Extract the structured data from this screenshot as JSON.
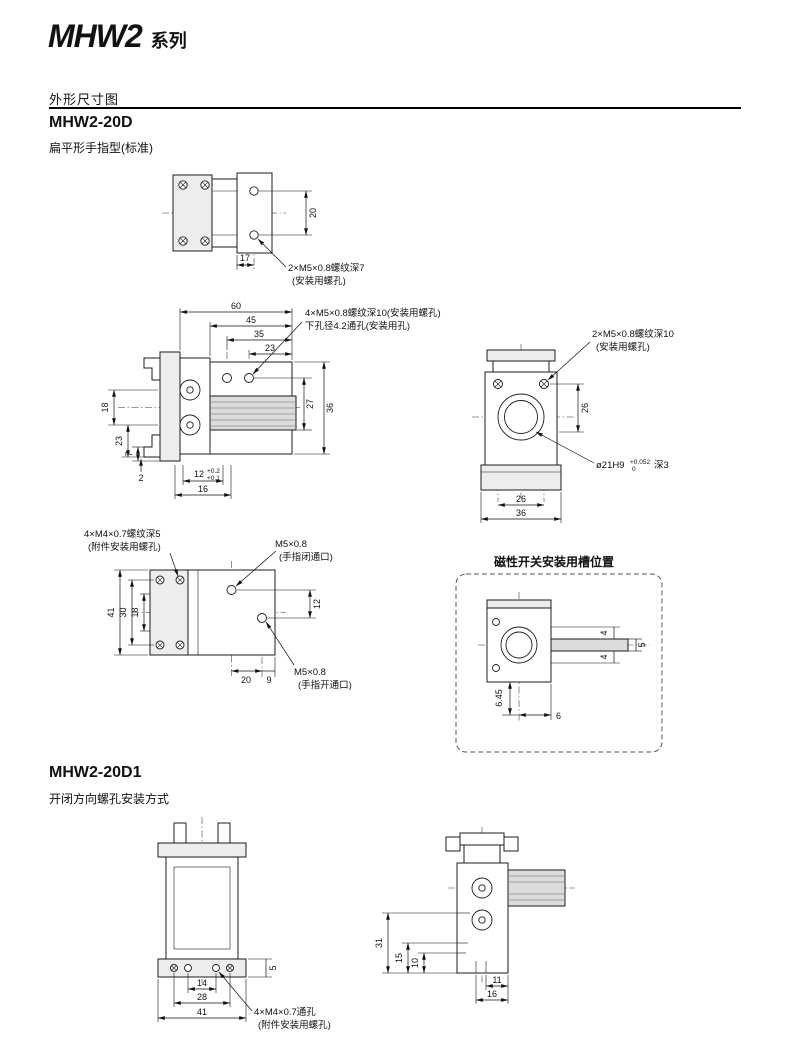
{
  "header": {
    "series": "MHW2",
    "series_suffix": "系列",
    "section": "外形尺寸图"
  },
  "model1": {
    "name": "MHW2-20D",
    "subtitle": "扁平形手指型(标准)"
  },
  "model2": {
    "name": "MHW2-20D1",
    "subtitle": "开闭方向螺孔安装方式"
  },
  "top_view": {
    "dim_20": "20",
    "dim_17": "17",
    "note_thread": "2×M5×0.8螺纹深7",
    "note_thread2": "(安装用螺孔)"
  },
  "front_view": {
    "dim_60": "60",
    "dim_45": "45",
    "dim_35": "35",
    "dim_23_top": "23",
    "dim_18": "18",
    "dim_23_left": "23",
    "dim_7": "7",
    "dim_2": "2",
    "dim_12": "12",
    "dim_12_tol_up": "+0.2",
    "dim_12_tol_low": "+0.1",
    "dim_16": "16",
    "dim_27": "27",
    "dim_36": "36",
    "note1": "4×M5×0.8螺纹深10(安装用螺孔)",
    "note2": "下孔径4.2通孔(安装用孔)"
  },
  "side_view": {
    "note1": "2×M5×0.8螺纹深10",
    "note2": "(安装用螺孔)",
    "dim_26_right": "26",
    "bore": "ø21H9",
    "bore_tol_up": "+0.052",
    "bore_tol_low": "0",
    "bore_depth": "深3",
    "dim_26_bottom": "26",
    "dim_36": "36"
  },
  "bottom_view": {
    "note1": "4×M4×0.7螺纹深5",
    "note1b": "(附件安装用螺孔)",
    "note2": "M5×0.8",
    "note2b": "(手指闭通口)",
    "note3": "M5×0.8",
    "note3b": "(手指开通口)",
    "dim_41": "41",
    "dim_30": "30",
    "dim_18": "18",
    "dim_12": "12",
    "dim_20": "20",
    "dim_9": "9"
  },
  "switch_box": {
    "title": "磁性开关安装用槽位置",
    "dim_4_top": "4",
    "dim_5": "5",
    "dim_4_bottom": "4",
    "dim_6_45": "6.45",
    "dim_6": "6"
  },
  "d1_front": {
    "dim_5": "5",
    "dim_14": "14",
    "dim_28": "28",
    "dim_41": "41",
    "note1": "4×M4×0.7通孔",
    "note2": "(附件安装用螺孔)"
  },
  "d1_side": {
    "dim_31": "31",
    "dim_15": "15",
    "dim_10": "10",
    "dim_11": "11",
    "dim_16": "16"
  }
}
